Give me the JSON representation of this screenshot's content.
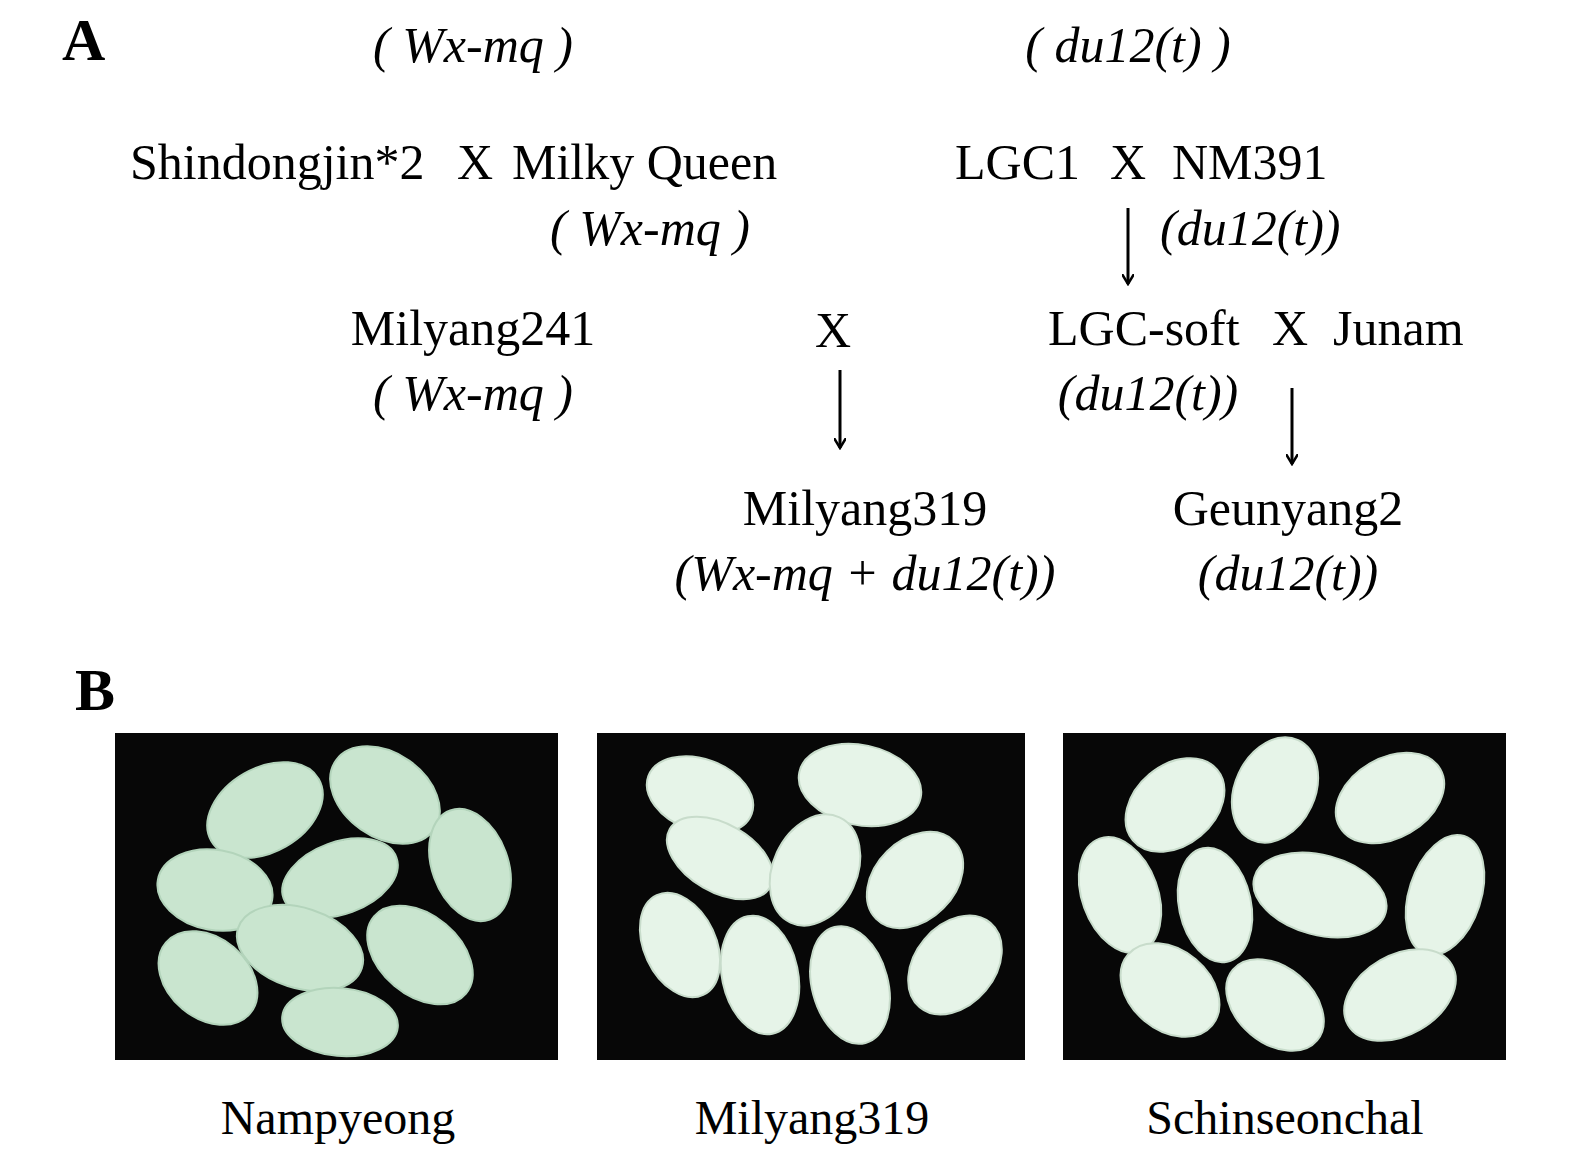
{
  "diagram": {
    "labels": [
      "A",
      "( Wx-mq )",
      "( du12(t) )",
      "Shindongjin*2",
      "X",
      "Milky Queen",
      "( Wx-mq )",
      "LGC1",
      "X",
      "NM391",
      "(du12(t))",
      "Milyang241",
      "( Wx-mq )",
      "X",
      "LGC-soft",
      "X",
      "Junam",
      "(du12(t))",
      "Milyang319",
      "(Wx-mq + du12(t))",
      "Geunyang2",
      "(du12(t))",
      "B",
      "Nampyeong",
      "Milyang319",
      "Schinseonchal"
    ]
  }
}
